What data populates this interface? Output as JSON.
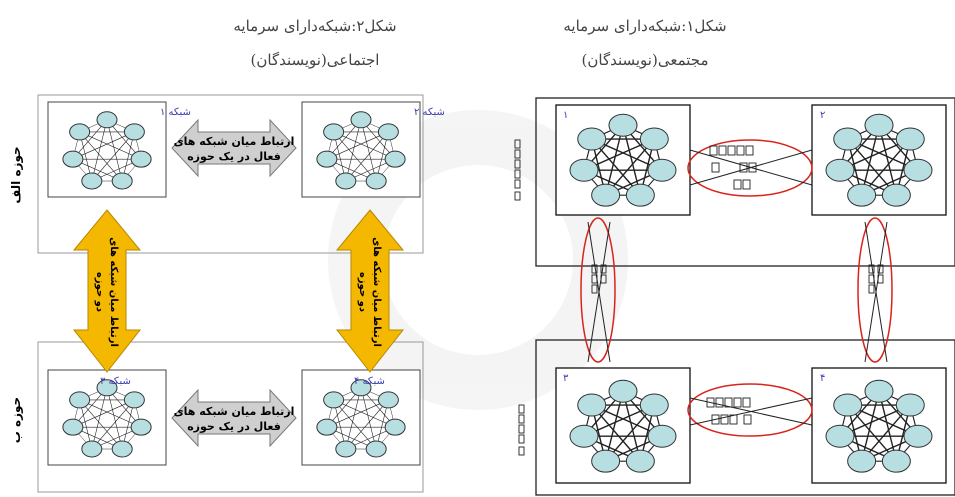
{
  "captions": {
    "fig2_line1": "شکل۲:شبکه‌دارای سرمایه",
    "fig2_line2": "اجتماعی(نویسندگان)",
    "fig1_line1": "شکل۱:شبکه‌دارای سرمایه",
    "fig1_line2": "مجتمعی(نویسندگان)"
  },
  "fig2": {
    "zone_a": "حوزه الف",
    "zone_b": "حوزه ب",
    "net1": "شبکه ۱",
    "net2": "شبکه ۲",
    "net3": "شبکه ۳",
    "net4": "شبکه ۴",
    "intra_line1": "ارتباط میان شبکه های",
    "intra_line2": "فعال در یک حوزه",
    "inter_line1": "ارتباط میان شبکه های",
    "inter_line2": "دو حوزه"
  },
  "fig1": {
    "net1": "۱",
    "net2": "۲",
    "net3": "۳",
    "net4": "۴"
  },
  "colors": {
    "node_fill": "#b7dfe2",
    "arrow_gold": "#f5b800",
    "arrow_grey": "#cfcfcf",
    "ellipse_red": "#d9241b",
    "label_blue": "#3b3bb0"
  }
}
